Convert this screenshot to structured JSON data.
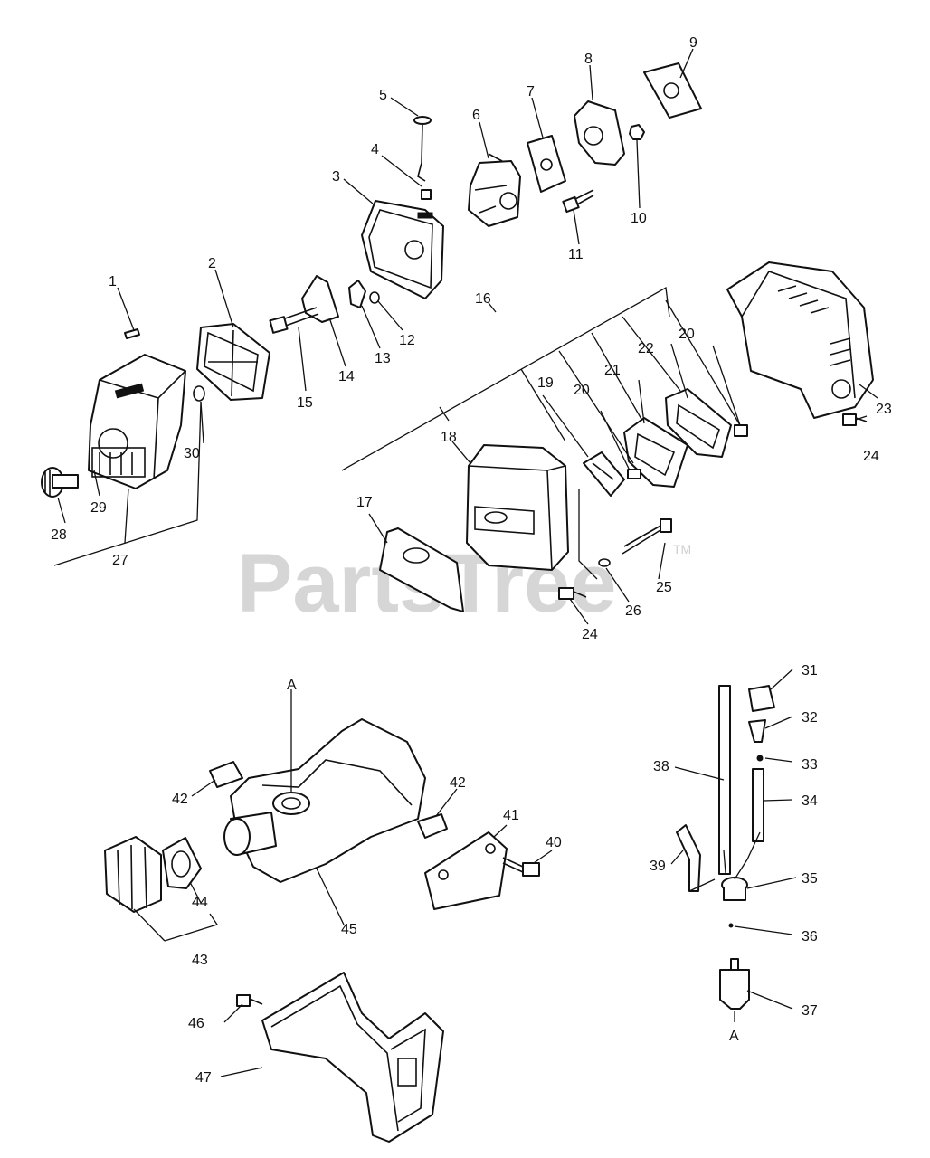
{
  "watermark": {
    "text": "PartsTree",
    "tm": "TM"
  },
  "callouts": [
    "1",
    "2",
    "3",
    "4",
    "5",
    "6",
    "7",
    "8",
    "9",
    "10",
    "11",
    "12",
    "13",
    "14",
    "15",
    "16",
    "17",
    "18",
    "19",
    "20",
    "20",
    "21",
    "22",
    "23",
    "24",
    "24",
    "25",
    "26",
    "27",
    "28",
    "29",
    "30",
    "31",
    "32",
    "33",
    "34",
    "35",
    "36",
    "37",
    "38",
    "39",
    "40",
    "41",
    "42",
    "42",
    "43",
    "44",
    "45",
    "46",
    "47",
    "A",
    "A"
  ]
}
